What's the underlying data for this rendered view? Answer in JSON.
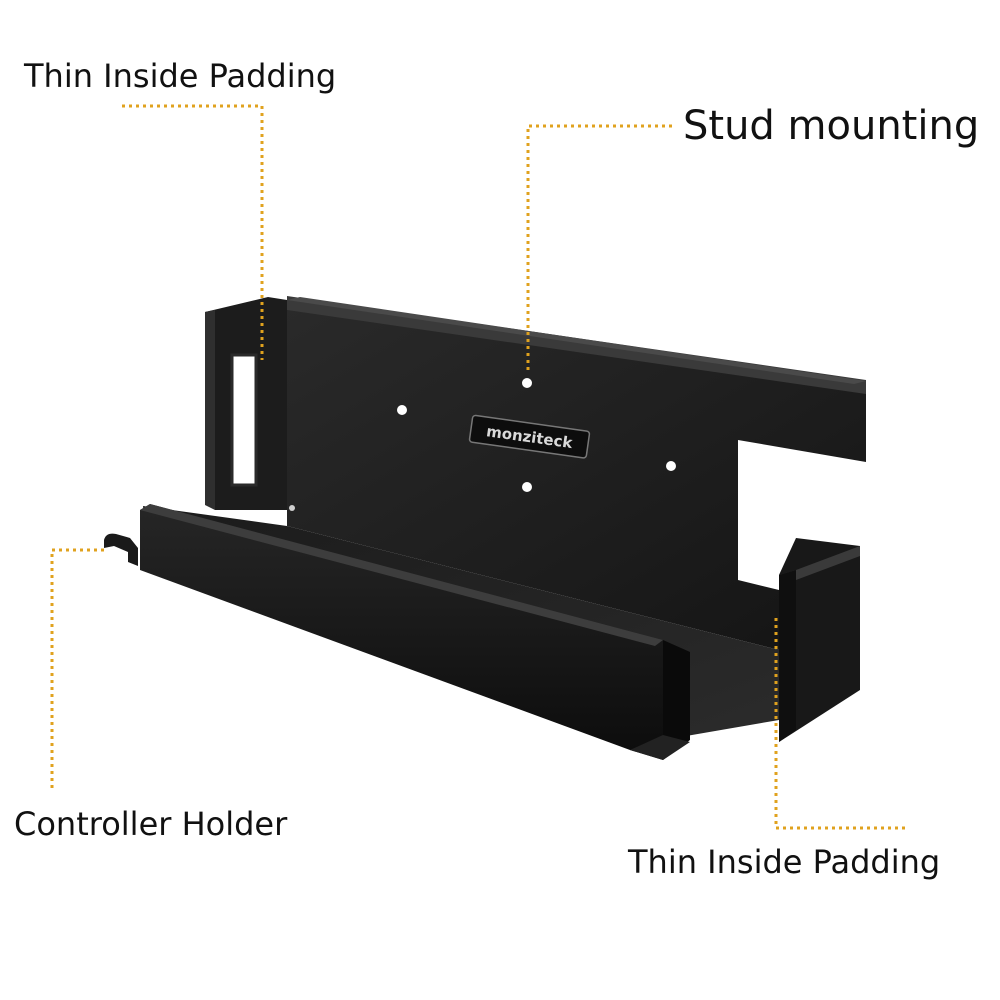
{
  "callouts": {
    "top_left_padding": "Thin Inside Padding",
    "stud_mounting": "Stud mounting",
    "controller_holder": "Controller Holder",
    "bottom_right_padding": "Thin Inside Padding"
  },
  "product": {
    "brand_logo": "monziteck",
    "color": "#111111"
  },
  "colors": {
    "leader_line": "#E0A21E",
    "label_text": "#111111",
    "background": "#FFFFFF"
  }
}
